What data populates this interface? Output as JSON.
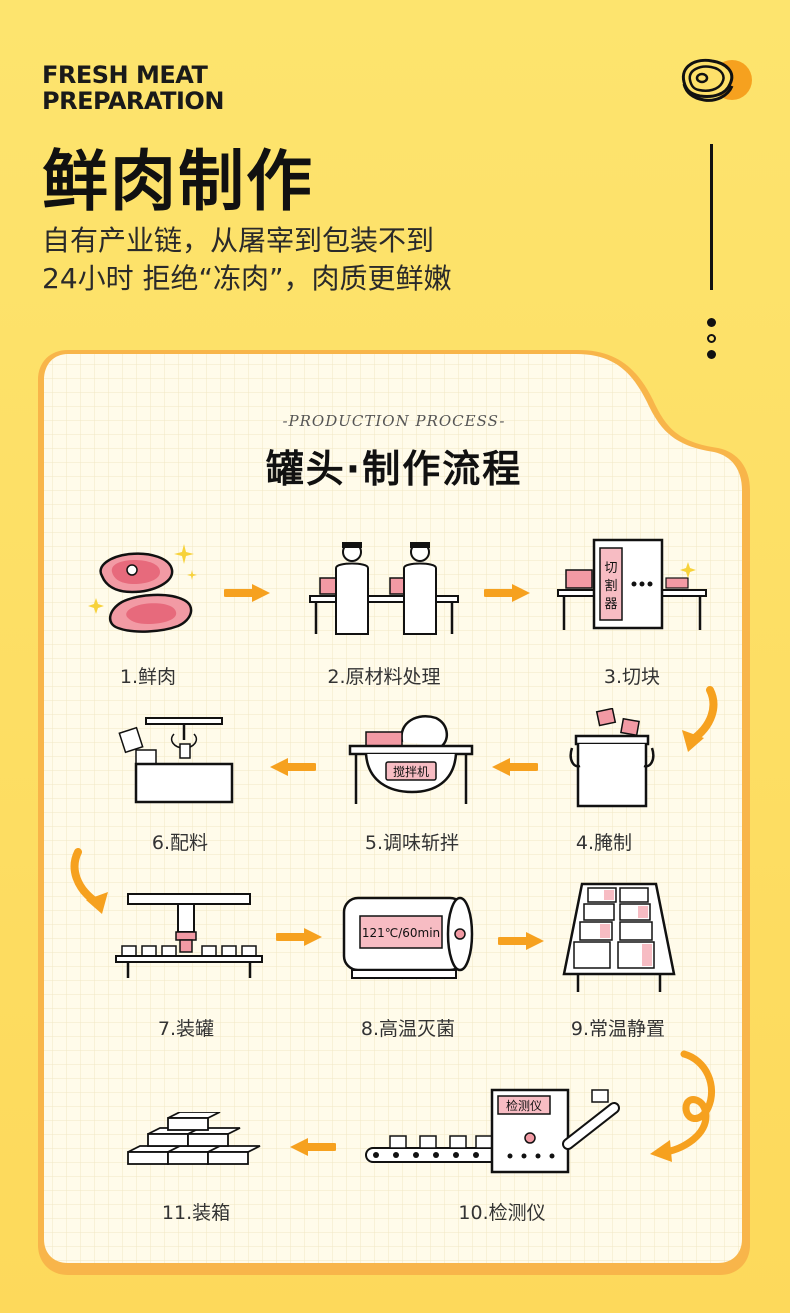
{
  "header": {
    "en_title": "FRESH MEAT\nPREPARATION",
    "zh_title": "鲜肉制作",
    "subtitle_line1": "自有产业链，从屠宰到包装不到",
    "subtitle_line2": "24小时 拒绝“冻肉”，肉质更鲜嫩"
  },
  "process": {
    "label": "-PRODUCTION PROCESS-",
    "title": "罐头·制作流程",
    "steps": [
      {
        "label": "1.鲜肉",
        "icon": "meat-steak-icon"
      },
      {
        "label": "2.原材料处理",
        "icon": "workers-table-icon"
      },
      {
        "label": "3.切块",
        "icon": "cutter-machine-icon"
      },
      {
        "label": "4.腌制",
        "icon": "marinate-bucket-icon"
      },
      {
        "label": "5.调味斩拌",
        "icon": "mixer-machine-icon"
      },
      {
        "label": "6.配料",
        "icon": "seasoning-machine-icon"
      },
      {
        "label": "7.装罐",
        "icon": "canning-machine-icon"
      },
      {
        "label": "8.高温灭菌",
        "icon": "sterilizer-icon"
      },
      {
        "label": "9.常温静置",
        "icon": "cooling-rack-icon"
      },
      {
        "label": "10.检测仪",
        "icon": "inspection-machine-icon"
      },
      {
        "label": "11.装箱",
        "icon": "boxes-icon"
      }
    ],
    "machine_text": {
      "cutter": "切割器",
      "mixer": "搅拌机",
      "sterilizer": "121℃/60min",
      "inspector": "检测仪"
    }
  },
  "colors": {
    "background": "#fde06a",
    "card": "#fffbe9",
    "accent_orange": "#f6a11f",
    "meat_pink": "#f29aa4",
    "ink": "#111111"
  }
}
